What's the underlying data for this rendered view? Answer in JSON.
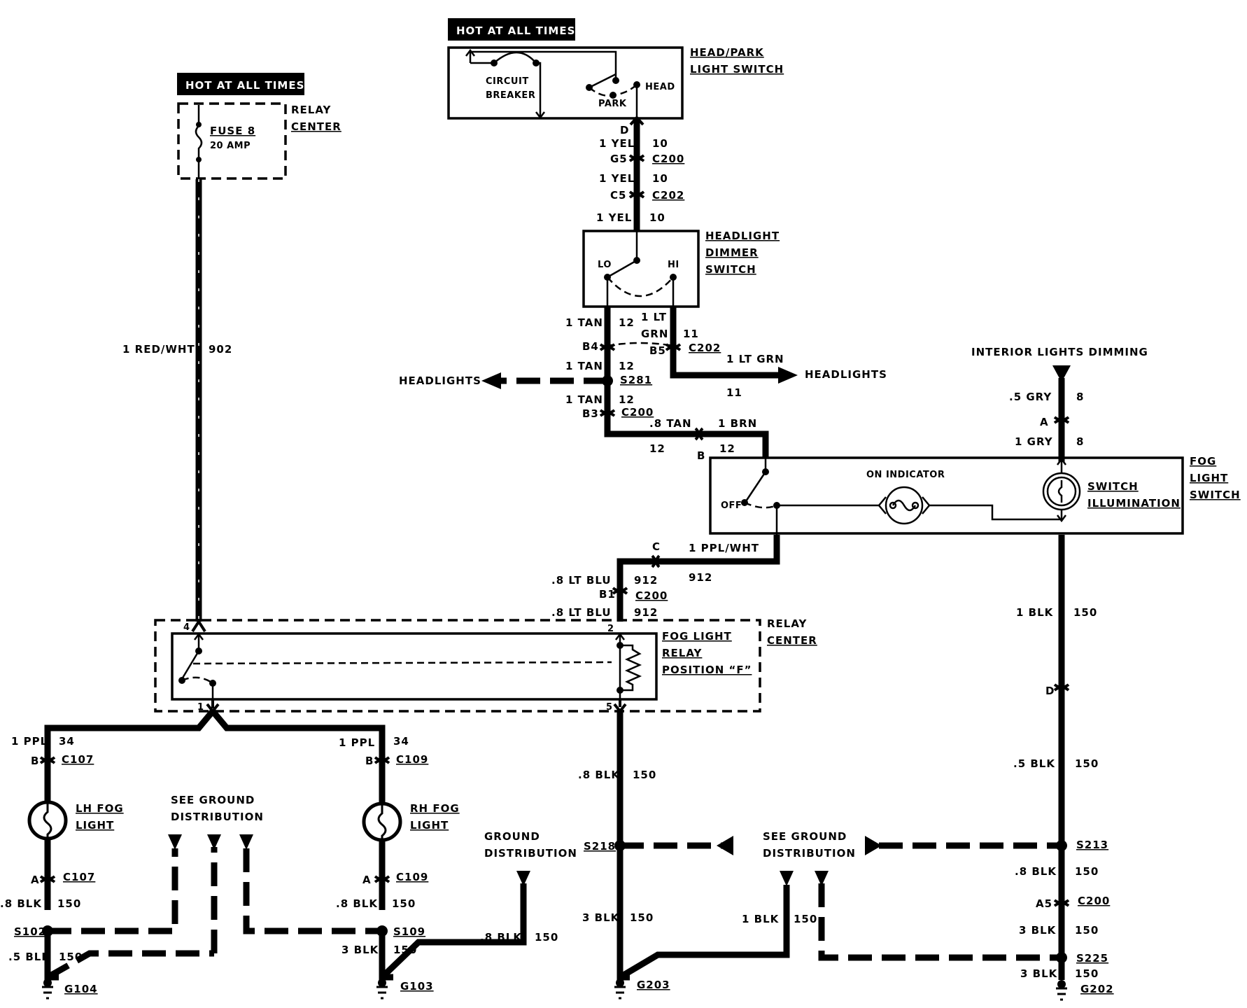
{
  "top_switch": {
    "hot_label": "HOT AT ALL TIMES",
    "name_l1": "HEAD/PARK",
    "name_l2": "LIGHT SWITCH",
    "breaker_l1": "CIRCUIT",
    "breaker_l2": "BREAKER",
    "park": "PARK",
    "head": "HEAD",
    "pin": "D"
  },
  "fuse_block": {
    "hot_label": "HOT AT ALL TIMES",
    "name_l1": "RELAY",
    "name_l2": "CENTER",
    "fuse": "FUSE 8",
    "amp": "20 AMP"
  },
  "feed_wire": {
    "label": "1 RED/WHT",
    "circuit": "902"
  },
  "yel_wires": [
    {
      "label": "1 YEL",
      "circuit": "10"
    },
    {
      "label": "1 YEL",
      "circuit": "10"
    },
    {
      "label": "1 YEL",
      "circuit": "10"
    }
  ],
  "conn_g5": {
    "pin": "G5",
    "name": "C200"
  },
  "conn_c5": {
    "pin": "C5",
    "name": "C202"
  },
  "dimmer": {
    "name_l1": "HEADLIGHT",
    "name_l2": "DIMMER",
    "name_l3": "SWITCH",
    "lo": "LO",
    "hi": "HI"
  },
  "dimmer_out": {
    "tan_label": "1 TAN",
    "tan_circuit": "12",
    "grn_l1": "1 LT",
    "grn_l2": "GRN",
    "grn_circuit": "11",
    "pin_b4": "B4",
    "pin_b5": "B5",
    "conn": "C202",
    "grn_label2": "1 LT GRN",
    "grn_circuit2": "11",
    "headlights_right": "HEADLIGHTS"
  },
  "s281": {
    "tan_label": "1 TAN",
    "tan_circuit": "12",
    "splice": "S281",
    "headlights_left": "HEADLIGHTS",
    "tan_label2": "1 TAN",
    "tan_circuit2": "12",
    "pin_b3": "B3",
    "conn": "C200"
  },
  "brn_section": {
    "tan_label": ".8 TAN",
    "brn_label": "1 BRN",
    "circ_a": "12",
    "pin": "B",
    "circ_b": "12"
  },
  "dimming": {
    "title": "INTERIOR LIGHTS DIMMING",
    "gry_label": ".5 GRY",
    "gry_circuit": "8",
    "pin": "A",
    "gry_label2": "1 GRY",
    "gry_circuit2": "8"
  },
  "fog_switch": {
    "name_l1": "FOG",
    "name_l2": "LIGHT",
    "name_l3": "SWITCH",
    "on_indicator": "ON INDICATOR",
    "off": "OFF",
    "illum_l1": "SWITCH",
    "illum_l2": "ILLUMINATION"
  },
  "ppl_wht": {
    "pin": "C",
    "label": "1 PPL/WHT",
    "circuit": "912"
  },
  "relay_in": {
    "blu_label": ".8 LT BLU",
    "blu_circuit": "912",
    "pin": "B1",
    "conn": "C200",
    "blu_label2": ".8 LT BLU",
    "blu_circuit2": "912"
  },
  "relay": {
    "name_l1": "FOG LIGHT",
    "name_l2": "RELAY",
    "name_l3": "POSITION “F”",
    "center_l1": "RELAY",
    "center_l2": "CENTER",
    "pin4": "4",
    "pin2": "2",
    "pin1": "1",
    "pin5": "5"
  },
  "lh_fog": {
    "ppl_label": "1 PPL",
    "ppl_circuit": "34",
    "pin_b": "B",
    "conn_b": "C107",
    "name_l1": "LH FOG",
    "name_l2": "LIGHT",
    "pin_a": "A",
    "conn_a": "C107",
    "blk_label": ".8 BLK",
    "blk_circuit": "150",
    "splice": "S102",
    "blk_label2": ".5 BLK",
    "blk_circuit2": "150",
    "ground": "G104"
  },
  "rh_fog": {
    "ppl_label": "1 PPL",
    "ppl_circuit": "34",
    "pin_b": "B",
    "conn_b": "C109",
    "name_l1": "RH FOG",
    "name_l2": "LIGHT",
    "pin_a": "A",
    "conn_a": "C109",
    "blk_label": ".8 BLK",
    "blk_circuit": "150",
    "splice": "S109",
    "blk_label2": "3 BLK",
    "blk_circuit2": "150",
    "ground": "G103"
  },
  "see_ground_left": {
    "l1": "SEE GROUND",
    "l2": "DISTRIBUTION"
  },
  "ground_dist_mid": {
    "l1": "GROUND",
    "l2": "DISTRIBUTION",
    "blk_label": ".8 BLK",
    "blk_circuit": "150"
  },
  "relay_ground": {
    "blk_label": ".8 BLK",
    "blk_circuit": "150",
    "splice": "S218",
    "blk_label2": "3 BLK",
    "blk_circuit2": "150",
    "ground": "G203"
  },
  "see_ground_right": {
    "l1": "SEE GROUND",
    "l2": "DISTRIBUTION",
    "blk_label": "1 BLK",
    "blk_circuit": "150"
  },
  "right_ground": {
    "blk_label": "1 BLK",
    "blk_circuit": "150",
    "pin_d": "D",
    "blk_label2": ".5 BLK",
    "blk_circuit2": "150",
    "splice1": "S213",
    "blk_label3": ".8 BLK",
    "blk_circuit3": "150",
    "pin_a5": "A5",
    "conn": "C200",
    "blk_label4": "3 BLK",
    "blk_circuit4": "150",
    "splice2": "S225",
    "blk_label5": "3 BLK",
    "blk_circuit5": "150",
    "ground": "G202"
  }
}
